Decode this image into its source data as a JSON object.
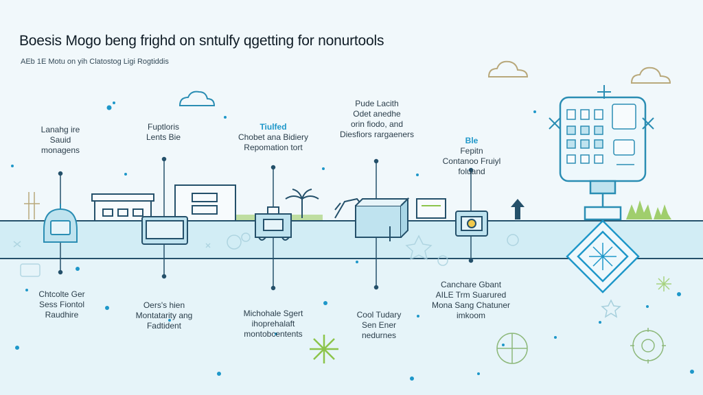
{
  "title": "Boesis Mogo beng frighd on sntulfy qgetting for nonurtools",
  "subtitle": "AEb 1E Motu on yih Clatostog Ligi Rogtiddis",
  "labels_top": [
    {
      "lines": [
        "Lanahg ire",
        "Sauid",
        "monagens"
      ]
    },
    {
      "lines": [
        "Fuptloris",
        "Lents Bie"
      ]
    },
    {
      "highlight": "Tiulfed",
      "lines": [
        "Chobet ana Bidiery",
        "Repomation tort"
      ]
    },
    {
      "lines": [
        "Pude Lacith",
        "Odet anedhe",
        "orin fiodo, and",
        "Diesfiors rargaeners"
      ]
    },
    {
      "highlight": "Ble",
      "lines": [
        "Fepitn",
        "Contanoo Fruiyl",
        "foluand"
      ]
    }
  ],
  "labels_bottom": [
    {
      "lines": [
        "Chtcolte Ger",
        "Sess Fiontol",
        "Raudhire"
      ]
    },
    {
      "lines": [
        "Oers's hien",
        "Montatarity ang",
        "Fadtident"
      ]
    },
    {
      "lines": [
        "Michohale Sgert",
        "ihoprehalaft",
        "montobcentents"
      ]
    },
    {
      "lines": [
        "Cool Tudary",
        "Sen Ener",
        "nedurnes"
      ]
    },
    {
      "lines": [
        "Canchare Gbant",
        "AILE Trm Suarured",
        "Mona Sang Chatuner",
        "imkoom"
      ]
    }
  ],
  "colors": {
    "accent": "#1e97c9",
    "stroke": "#2a8db3",
    "line": "#24506a",
    "fill": "#bfe3ef",
    "bg": "#f1f8fb",
    "green": "#8cc44a"
  }
}
